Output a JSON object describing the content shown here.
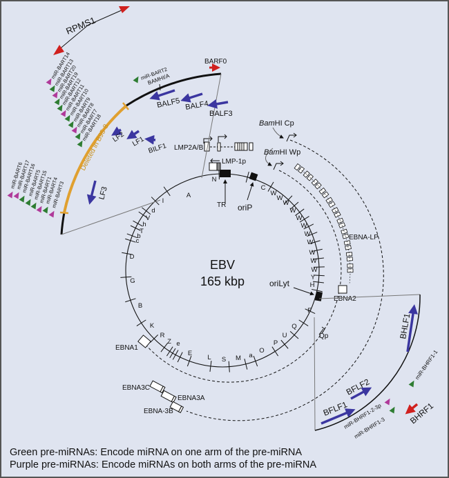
{
  "title": {
    "line1": "EBV",
    "line2": "165 kbp"
  },
  "colors": {
    "background": "#dfe4f0",
    "blue_orf": "#3b36a0",
    "red_orf": "#d0201e",
    "green_mirna": "#2e7d32",
    "purple_mirna": "#b03a9a",
    "deletion": "#e0a030"
  },
  "segments": [
    "A",
    "N",
    "C",
    "W",
    "W",
    "W",
    "W",
    "W",
    "W",
    "W",
    "W",
    "W",
    "W",
    "W",
    "Y",
    "H",
    "F",
    "Q",
    "U",
    "P",
    "O",
    "a",
    "M",
    "S",
    "L",
    "E",
    "e",
    "Z",
    "R",
    "K",
    "B",
    "G",
    "D",
    "c",
    "b",
    "T",
    "h",
    "V",
    "d",
    "I"
  ],
  "features": {
    "tr": "TR",
    "orip": "oriP",
    "orilyt": "oriLyt",
    "qp": "Qp",
    "cp": "BamHI Cp",
    "wp": "BamHI Wp",
    "bamhi_a": "BAMHI/A",
    "deleted": "Deleted in B95-8"
  },
  "genes": {
    "rpms1": "RPMS1",
    "barf0": "BARF0",
    "balf5": "BALF5",
    "balf4": "BALF4",
    "balf3": "BALF3",
    "lf2": "LF2",
    "lf1": "LF1",
    "bilf1": "BILF1",
    "lf3": "LF3",
    "lmp2ab": "LMP2A/B",
    "lmp1p": "LMP-1p",
    "ebnalp": "EBNA-LP",
    "ebna2": "EBNA2",
    "ebna1": "EBNA1",
    "ebna3c": "EBNA3C",
    "ebna3a": "EBNA3A",
    "ebna3b": "EBNA-3B",
    "bhlf1": "BHLF1",
    "bflf1": "BFLF1",
    "bflf2": "BFLF2",
    "bhrf1": "BHRF1"
  },
  "mirnas": {
    "bart2": {
      "label": "miR-BART2",
      "type": "green"
    },
    "upper": [
      {
        "label": "miR-BART14",
        "type": "purple"
      },
      {
        "label": "miR-BART13",
        "type": "green"
      },
      {
        "label": "miR-BART20",
        "type": "purple"
      },
      {
        "label": "miR-BART19",
        "type": "green"
      },
      {
        "label": "miR-BART12",
        "type": "green"
      },
      {
        "label": "miR-BART11",
        "type": "purple"
      },
      {
        "label": "miR-BART10",
        "type": "green"
      },
      {
        "label": "miR-BART9",
        "type": "green"
      },
      {
        "label": "miR-BART8",
        "type": "purple"
      },
      {
        "label": "miR-BART7",
        "type": "green"
      },
      {
        "label": "miR-BART18",
        "type": "green"
      }
    ],
    "lower": [
      {
        "label": "miR-BART6",
        "type": "purple"
      },
      {
        "label": "miR-BART17",
        "type": "purple"
      },
      {
        "label": "miR-BART16",
        "type": "green"
      },
      {
        "label": "miR-BART5",
        "type": "green"
      },
      {
        "label": "miR-BART15",
        "type": "green"
      },
      {
        "label": "miR-BART1",
        "type": "purple"
      },
      {
        "label": "miR-BART4",
        "type": "green"
      },
      {
        "label": "miR-BART3",
        "type": "purple"
      }
    ],
    "bhrf1_1": {
      "label": "miR-BHRF1-1",
      "type": "green"
    },
    "bhrf1_2": {
      "label": "miR-BHRF1-2-3p",
      "type": "purple"
    },
    "bhrf1_3": {
      "label": "miR-BHRF1-3",
      "type": "green"
    }
  },
  "legend": {
    "green": "Green pre-miRNAs: Encode miRNA on one arm of the pre-miRNA",
    "purple": "Purple pre-miRNAs: Encode miRNAs on both arms of the pre-miRNA"
  }
}
